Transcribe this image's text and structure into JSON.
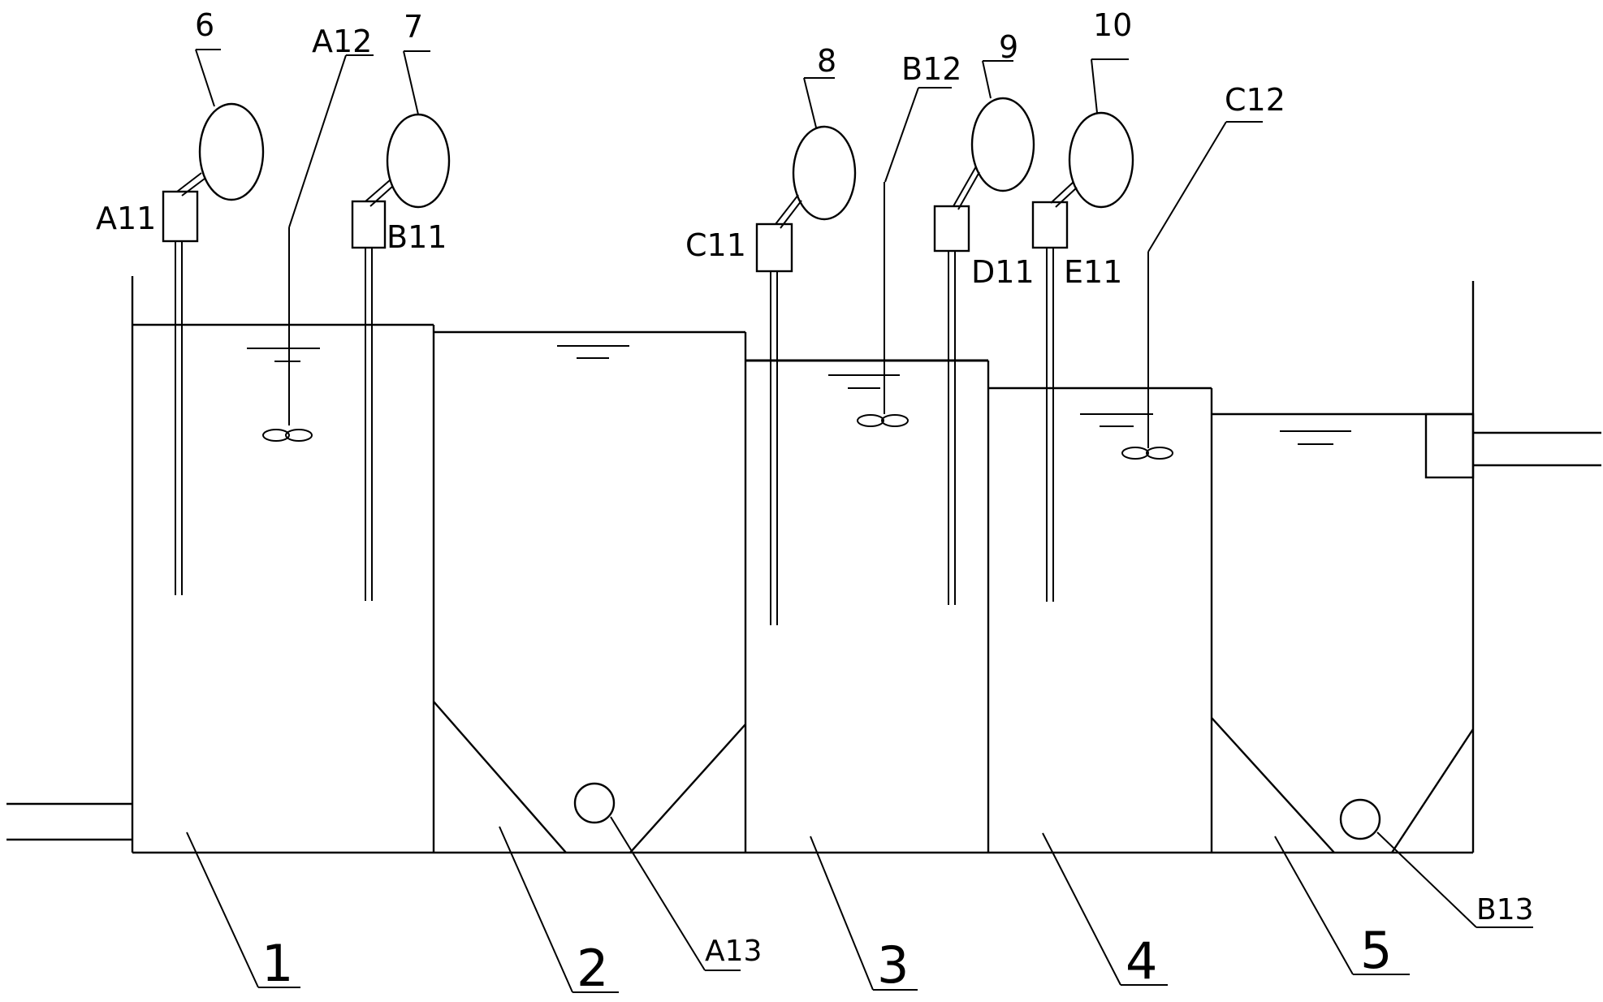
{
  "tanks": [
    {
      "id": "tank-1",
      "label": "1"
    },
    {
      "id": "tank-2",
      "label": "2"
    },
    {
      "id": "tank-3",
      "label": "3"
    },
    {
      "id": "tank-4",
      "label": "4"
    },
    {
      "id": "tank-5",
      "label": "5"
    }
  ],
  "dosing_units": [
    {
      "id": "dosing-6",
      "number": "6",
      "pump": "A11"
    },
    {
      "id": "dosing-7",
      "number": "7",
      "pump": "B11"
    },
    {
      "id": "dosing-8",
      "number": "8",
      "pump": "C11"
    },
    {
      "id": "dosing-9",
      "number": "9",
      "pump": "D11"
    },
    {
      "id": "dosing-10",
      "number": "10",
      "pump": "E11"
    }
  ],
  "stirrers": [
    {
      "id": "stirrer-a12",
      "label": "A12"
    },
    {
      "id": "stirrer-b12",
      "label": "B12"
    },
    {
      "id": "stirrer-c12",
      "label": "C12"
    }
  ],
  "sludge_outlets": [
    {
      "id": "outlet-a13",
      "label": "A13"
    },
    {
      "id": "outlet-b13",
      "label": "B13"
    }
  ]
}
